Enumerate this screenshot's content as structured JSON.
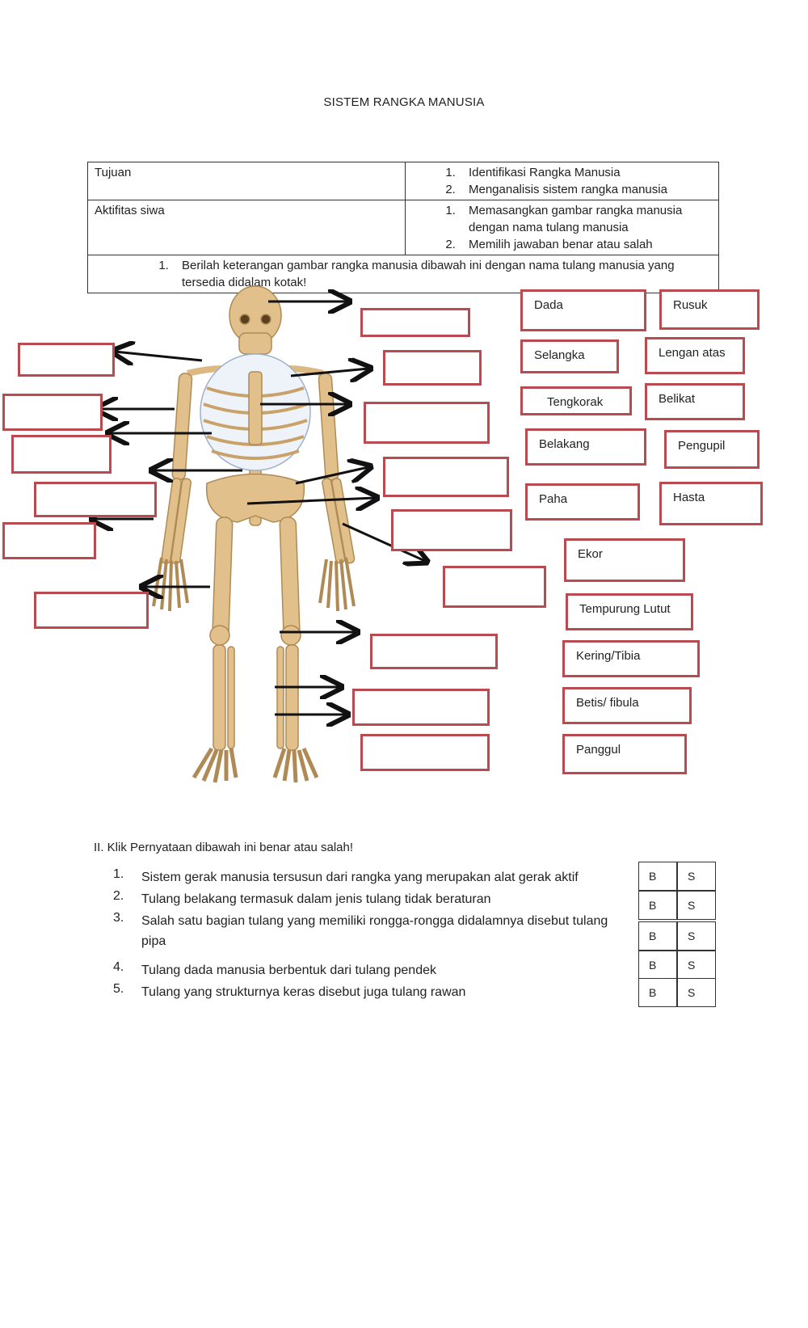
{
  "title": "SISTEM RANGKA MANUSIA",
  "info_table": {
    "tujuan_label": "Tujuan",
    "tujuan_items": [
      "Identifikasi Rangka Manusia",
      "Menganalisis sistem rangka manusia"
    ],
    "aktifitas_label": "Aktifitas siwa",
    "aktifitas_items": [
      "Memasangkan gambar rangka manusia dengan nama tulang manusia",
      "Memilih jawaban benar atau salah"
    ],
    "instruction": "Berilah keterangan gambar rangka manusia dibawah ini dengan nama tulang manusia yang tersedia didalam kotak!"
  },
  "labels": [
    "Dada",
    "Rusuk",
    "Selangka",
    "Lengan atas",
    "Tengkorak",
    "Belikat",
    "Belakang",
    "Pengupil",
    "Paha",
    "Hasta",
    "Ekor",
    "Tempurung Lutut",
    "Kering/Tibia",
    "Betis/ fibula",
    "Panggul"
  ],
  "section2_heading": "II.  Klik Pernyataan dibawah ini benar atau salah!",
  "statements": [
    "Sistem gerak manusia tersusun dari rangka yang merupakan alat gerak  aktif",
    "Tulang belakang termasuk dalam jenis tulang tidak beraturan",
    "Salah satu bagian tulang yang memiliki rongga-rongga didalamnya disebut tulang pipa",
    "Tulang dada manusia berbentuk  dari tulang pendek",
    "Tulang yang strukturnya keras disebut juga tulang rawan"
  ],
  "statement_numbers": [
    "1.",
    "2.",
    "3.",
    "4.",
    "5."
  ],
  "option_b": "B",
  "option_s": "S",
  "colors": {
    "box_border": "#b94a4f",
    "bone": "#e2c08c",
    "arrow": "#111111"
  }
}
